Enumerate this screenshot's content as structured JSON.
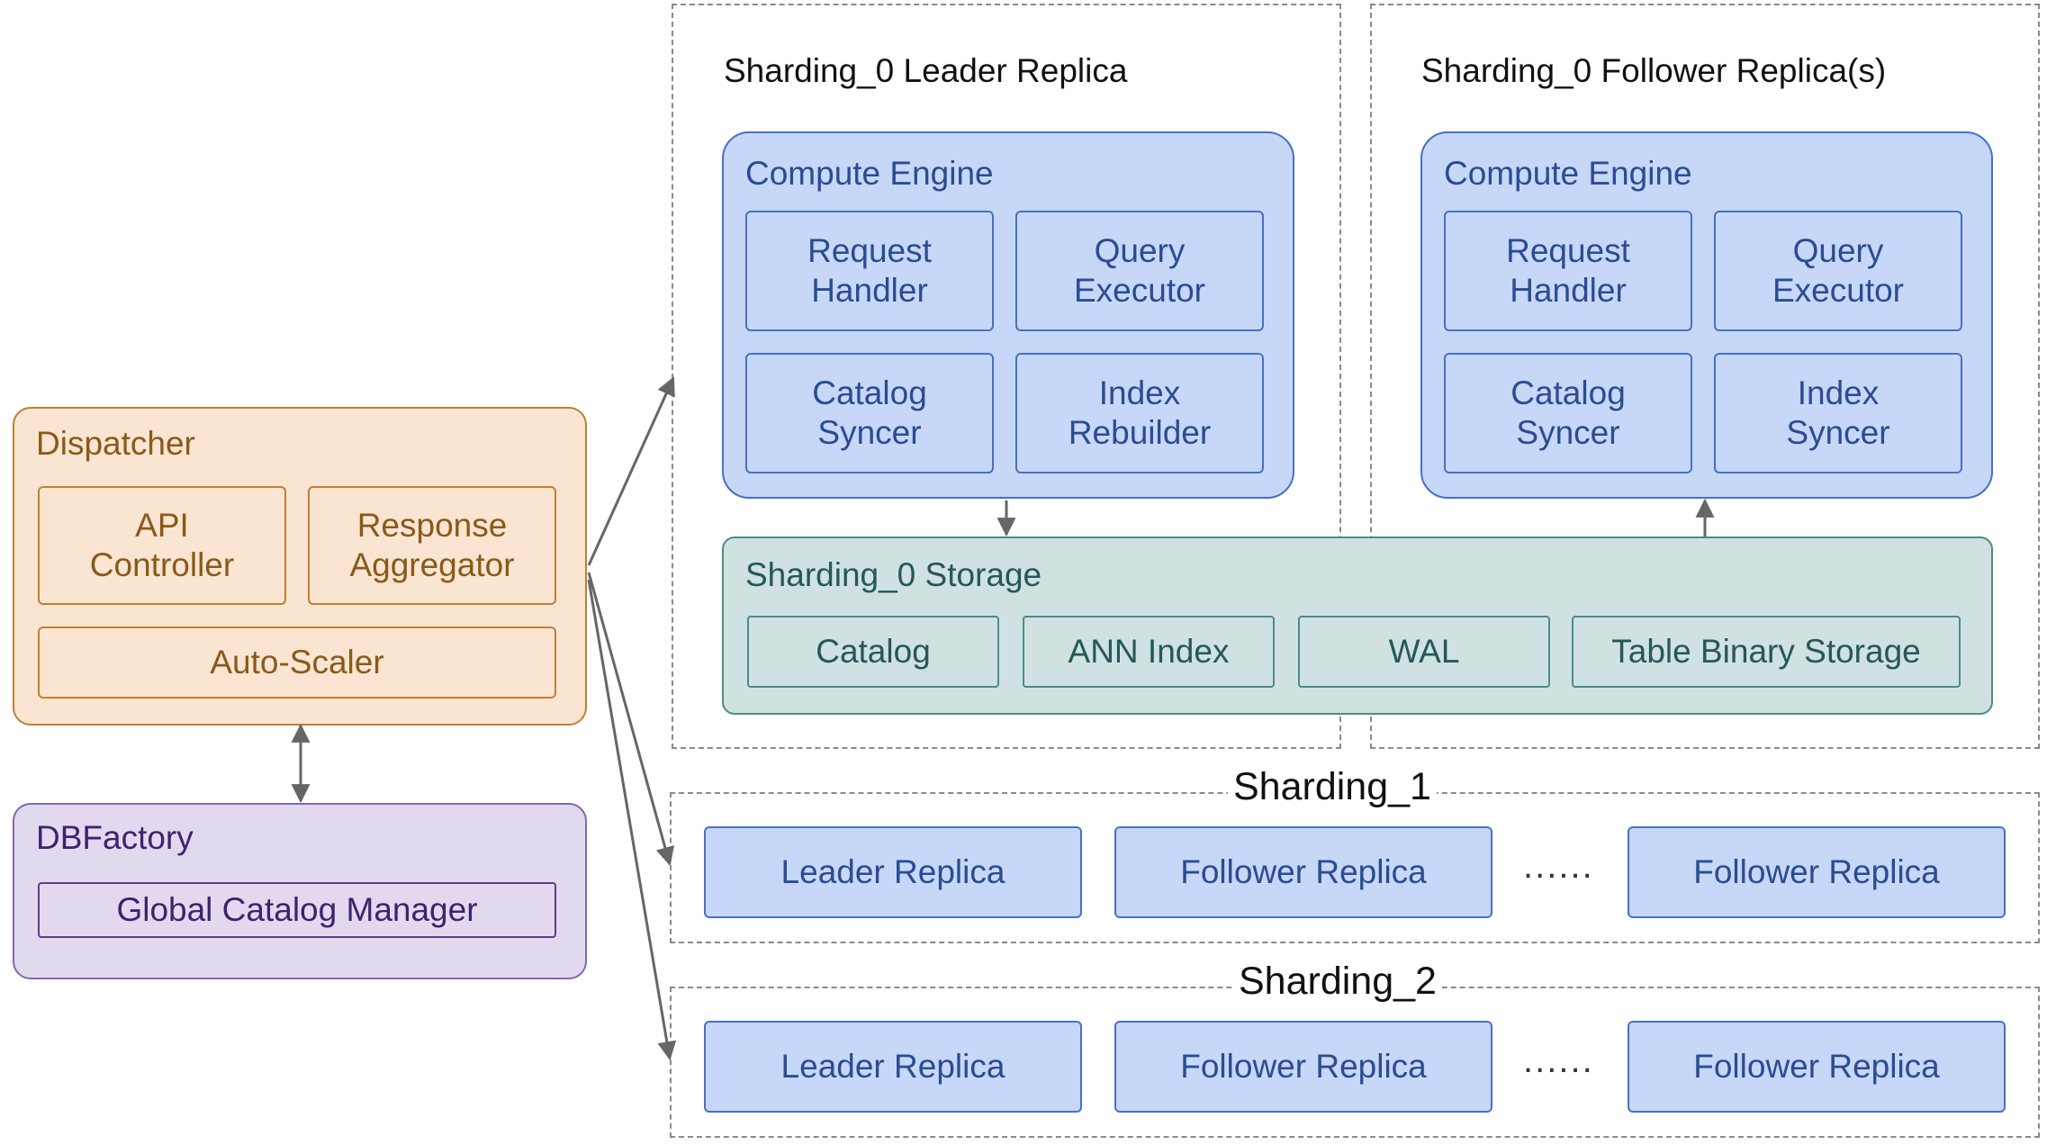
{
  "dispatcher": {
    "title": "Dispatcher",
    "api_controller": "API\nController",
    "response_aggregator": "Response\nAggregator",
    "auto_scaler": "Auto-Scaler"
  },
  "dbfactory": {
    "title": "DBFactory",
    "global_catalog_manager": "Global Catalog Manager"
  },
  "leader_replica": {
    "title": "Sharding_0 Leader Replica",
    "compute_title": "Compute Engine",
    "request_handler": "Request\nHandler",
    "query_executor": "Query\nExecutor",
    "catalog_syncer": "Catalog\nSyncer",
    "index_rebuilder": "Index\nRebuilder"
  },
  "follower_replica": {
    "title": "Sharding_0 Follower Replica(s)",
    "compute_title": "Compute Engine",
    "request_handler": "Request\nHandler",
    "query_executor": "Query\nExecutor",
    "catalog_syncer": "Catalog\nSyncer",
    "index_syncer": "Index\nSyncer"
  },
  "storage": {
    "title": "Sharding_0 Storage",
    "catalog": "Catalog",
    "ann_index": "ANN Index",
    "wal": "WAL",
    "table_binary_storage": "Table Binary Storage"
  },
  "sharding_1": {
    "label": "Sharding_1",
    "leader": "Leader Replica",
    "follower_a": "Follower Replica",
    "ellipsis": "......",
    "follower_b": "Follower Replica"
  },
  "sharding_2": {
    "label": "Sharding_2",
    "leader": "Leader Replica",
    "follower_a": "Follower Replica",
    "ellipsis": "......",
    "follower_b": "Follower Replica"
  },
  "colors": {
    "orange_fill": "#fae5d3",
    "orange_stroke": "#c08030",
    "purple_fill": "#e3d9ee",
    "purple_stroke": "#8566b0",
    "blue_fill": "#c6d7f7",
    "blue_stroke": "#4870c7",
    "teal_fill": "#d0e1e1",
    "teal_stroke": "#4c8b8b",
    "arrow": "#666666"
  }
}
